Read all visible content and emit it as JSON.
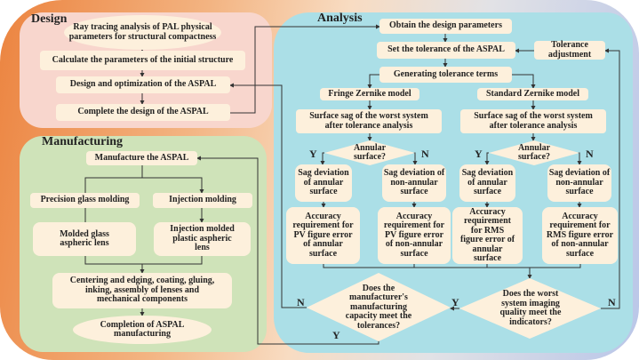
{
  "design": {
    "title": "Design",
    "ray": "Ray tracing analysis of PAL physical parameters for structural compactness",
    "calc": "Calculate the parameters of the initial structure",
    "opt": "Design and optimization of the ASPAL",
    "complete": "Complete the design of the ASPAL"
  },
  "manufacturing": {
    "title": "Manufacturing",
    "manufacture": "Manufacture the ASPAL",
    "precision": "Precision glass molding",
    "injection": "Injection molding",
    "molded_glass": "Molded glass aspheric lens",
    "injection_lens": "Injection molded plastic aspheric lens",
    "centering": "Centering and edging, coating, gluing, inking, assembly of lenses and mechanical components",
    "completion": "Completion of ASPAL manufacturing"
  },
  "analysis": {
    "title": "Analysis",
    "obtain": "Obtain the design parameters",
    "set_tol": "Set the tolerance of the ASPAL",
    "tol_adj": "Tolerance adjustment",
    "generating": "Generating tolerance terms",
    "fringe": "Fringe Zernike model",
    "standard": "Standard Zernike model",
    "sag_worst": "Surface sag of the worst system after tolerance analysis",
    "annular_q": "Annular surface?",
    "sag_annular": "Sag deviation of annular surface",
    "sag_non": "Sag deviation of non-annular surface",
    "acc_pv_a": "Accuracy requirement for PV figure error of annular surface",
    "acc_pv_n": "Accuracy requirement for PV figure error of non-annular surface",
    "acc_rms_a": "Accuracy requirement for RMS figure error of annular surface",
    "acc_rms_n": "Accuracy requirement for RMS figure error of non-annular surface",
    "q_manuf": "Does the manufacturer's manufacturing capacity meet the tolerances?",
    "q_quality": "Does the worst system imaging quality meet the indicators?"
  },
  "labels": {
    "yes": "Y",
    "no": "N"
  }
}
